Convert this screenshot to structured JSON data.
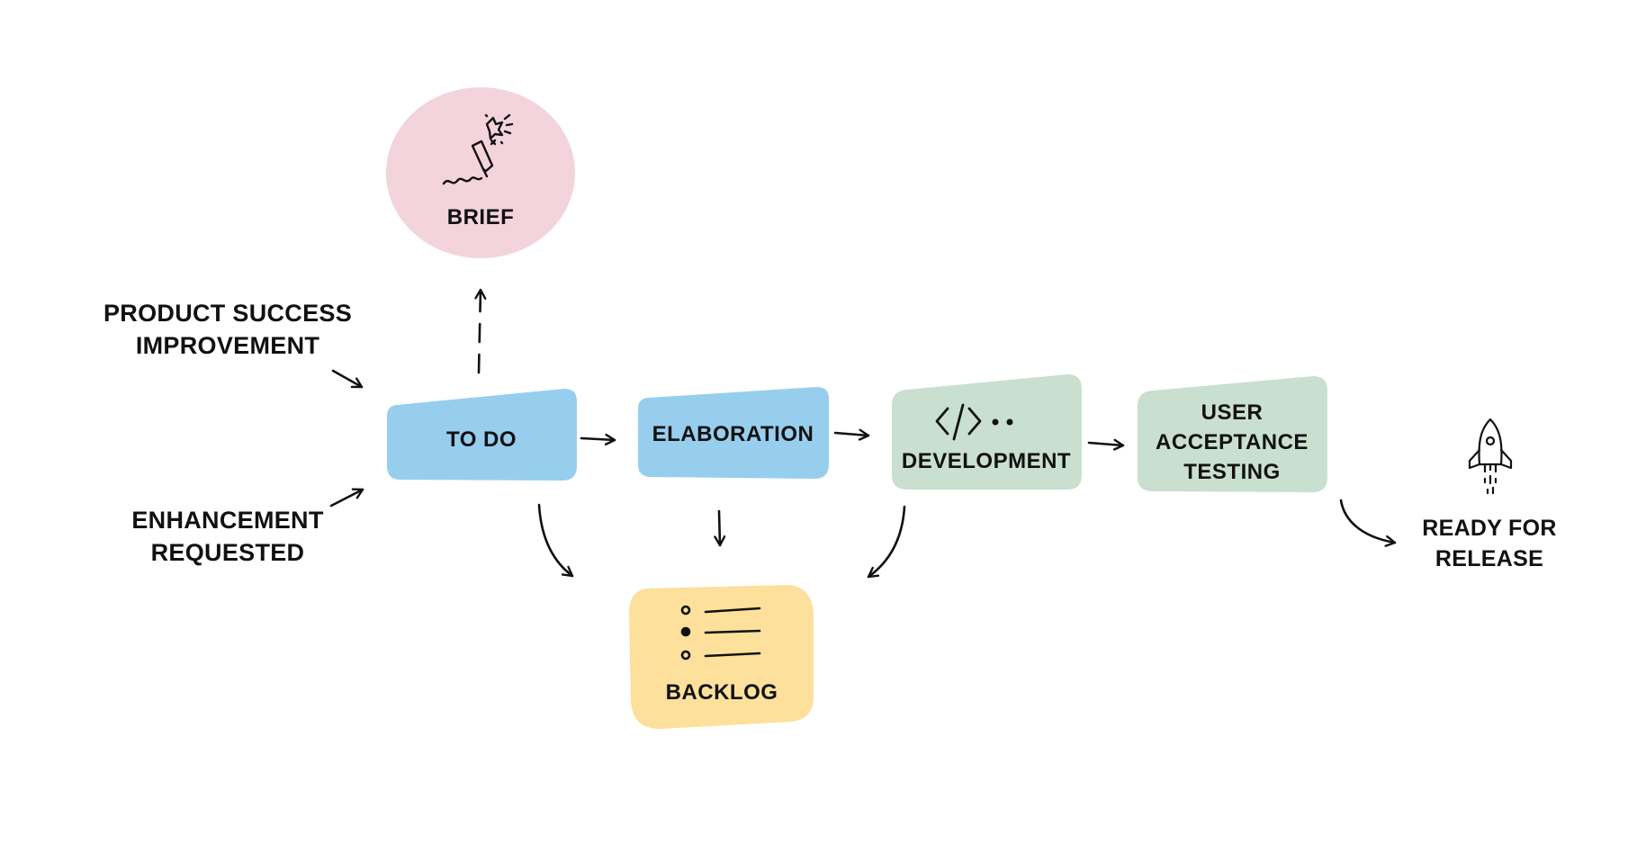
{
  "colors": {
    "brief": "#f3d3dc",
    "todo": "#97ceee",
    "elaboration": "#97ceee",
    "development": "#c9dfcf",
    "uat": "#c9dfcf",
    "backlog": "#fce09b",
    "ink": "#111111"
  },
  "inputs": {
    "product_success_line1": "PRODUCT SUCCESS",
    "product_success_line2": "IMPROVEMENT",
    "enhancement_line1": "ENHANCEMENT",
    "enhancement_line2": "REQUESTED"
  },
  "nodes": {
    "brief": {
      "label": "BRIEF",
      "icon": "pen-sparkle-icon"
    },
    "todo": {
      "label": "TO DO"
    },
    "elaboration": {
      "label": "ELABORATION"
    },
    "development": {
      "label": "DEVELOPMENT",
      "icon": "code-brackets-icon"
    },
    "uat": {
      "line1": "USER",
      "line2": "ACCEPTANCE",
      "line3": "TESTING"
    },
    "backlog": {
      "label": "BACKLOG",
      "icon": "list-icon"
    },
    "release": {
      "line1": "READY FOR",
      "line2": "RELEASE",
      "icon": "rocket-icon"
    }
  }
}
